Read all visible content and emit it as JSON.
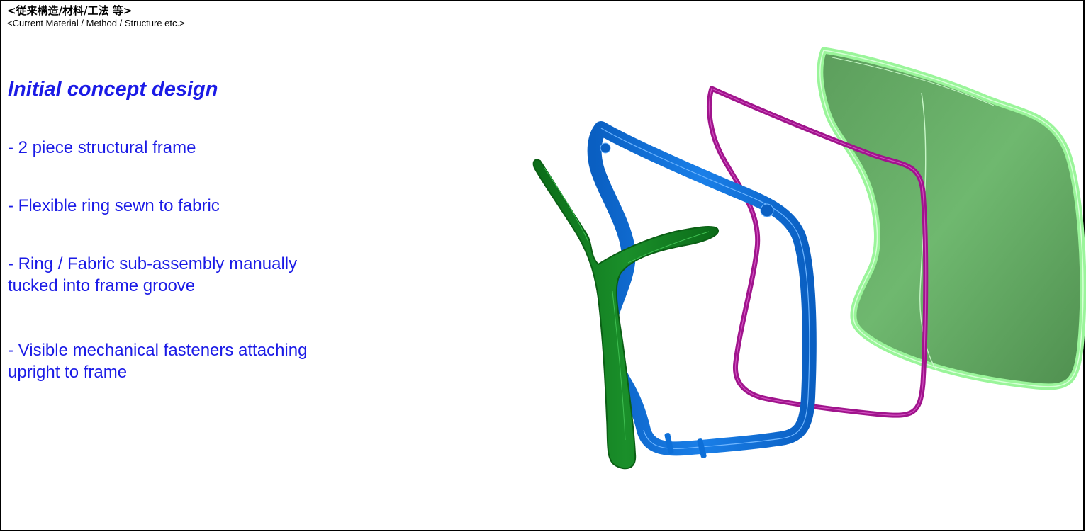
{
  "header": {
    "label_jp": "<従来構造/材料/工法 等>",
    "label_en": "<Current Material / Method / Structure etc.>"
  },
  "concept": {
    "title": "Initial concept design",
    "bullets": [
      {
        "lines": [
          "- 2 piece structural frame"
        ]
      },
      {
        "lines": [
          "- Flexible ring sewn to fabric"
        ]
      },
      {
        "lines": [
          "- Ring / Fabric sub-assembly manually",
          "tucked into frame groove"
        ]
      },
      {
        "lines": [
          "- Visible mechanical fasteners attaching",
          "upright to frame"
        ]
      }
    ]
  },
  "figure": {
    "parts": [
      {
        "name": "upright",
        "color": "#0f7a1e"
      },
      {
        "name": "structural-frame",
        "color": "#0d6fd8"
      },
      {
        "name": "flexible-ring",
        "color": "#a0148c"
      },
      {
        "name": "fabric-panel",
        "color": "#8fe38f"
      }
    ]
  }
}
